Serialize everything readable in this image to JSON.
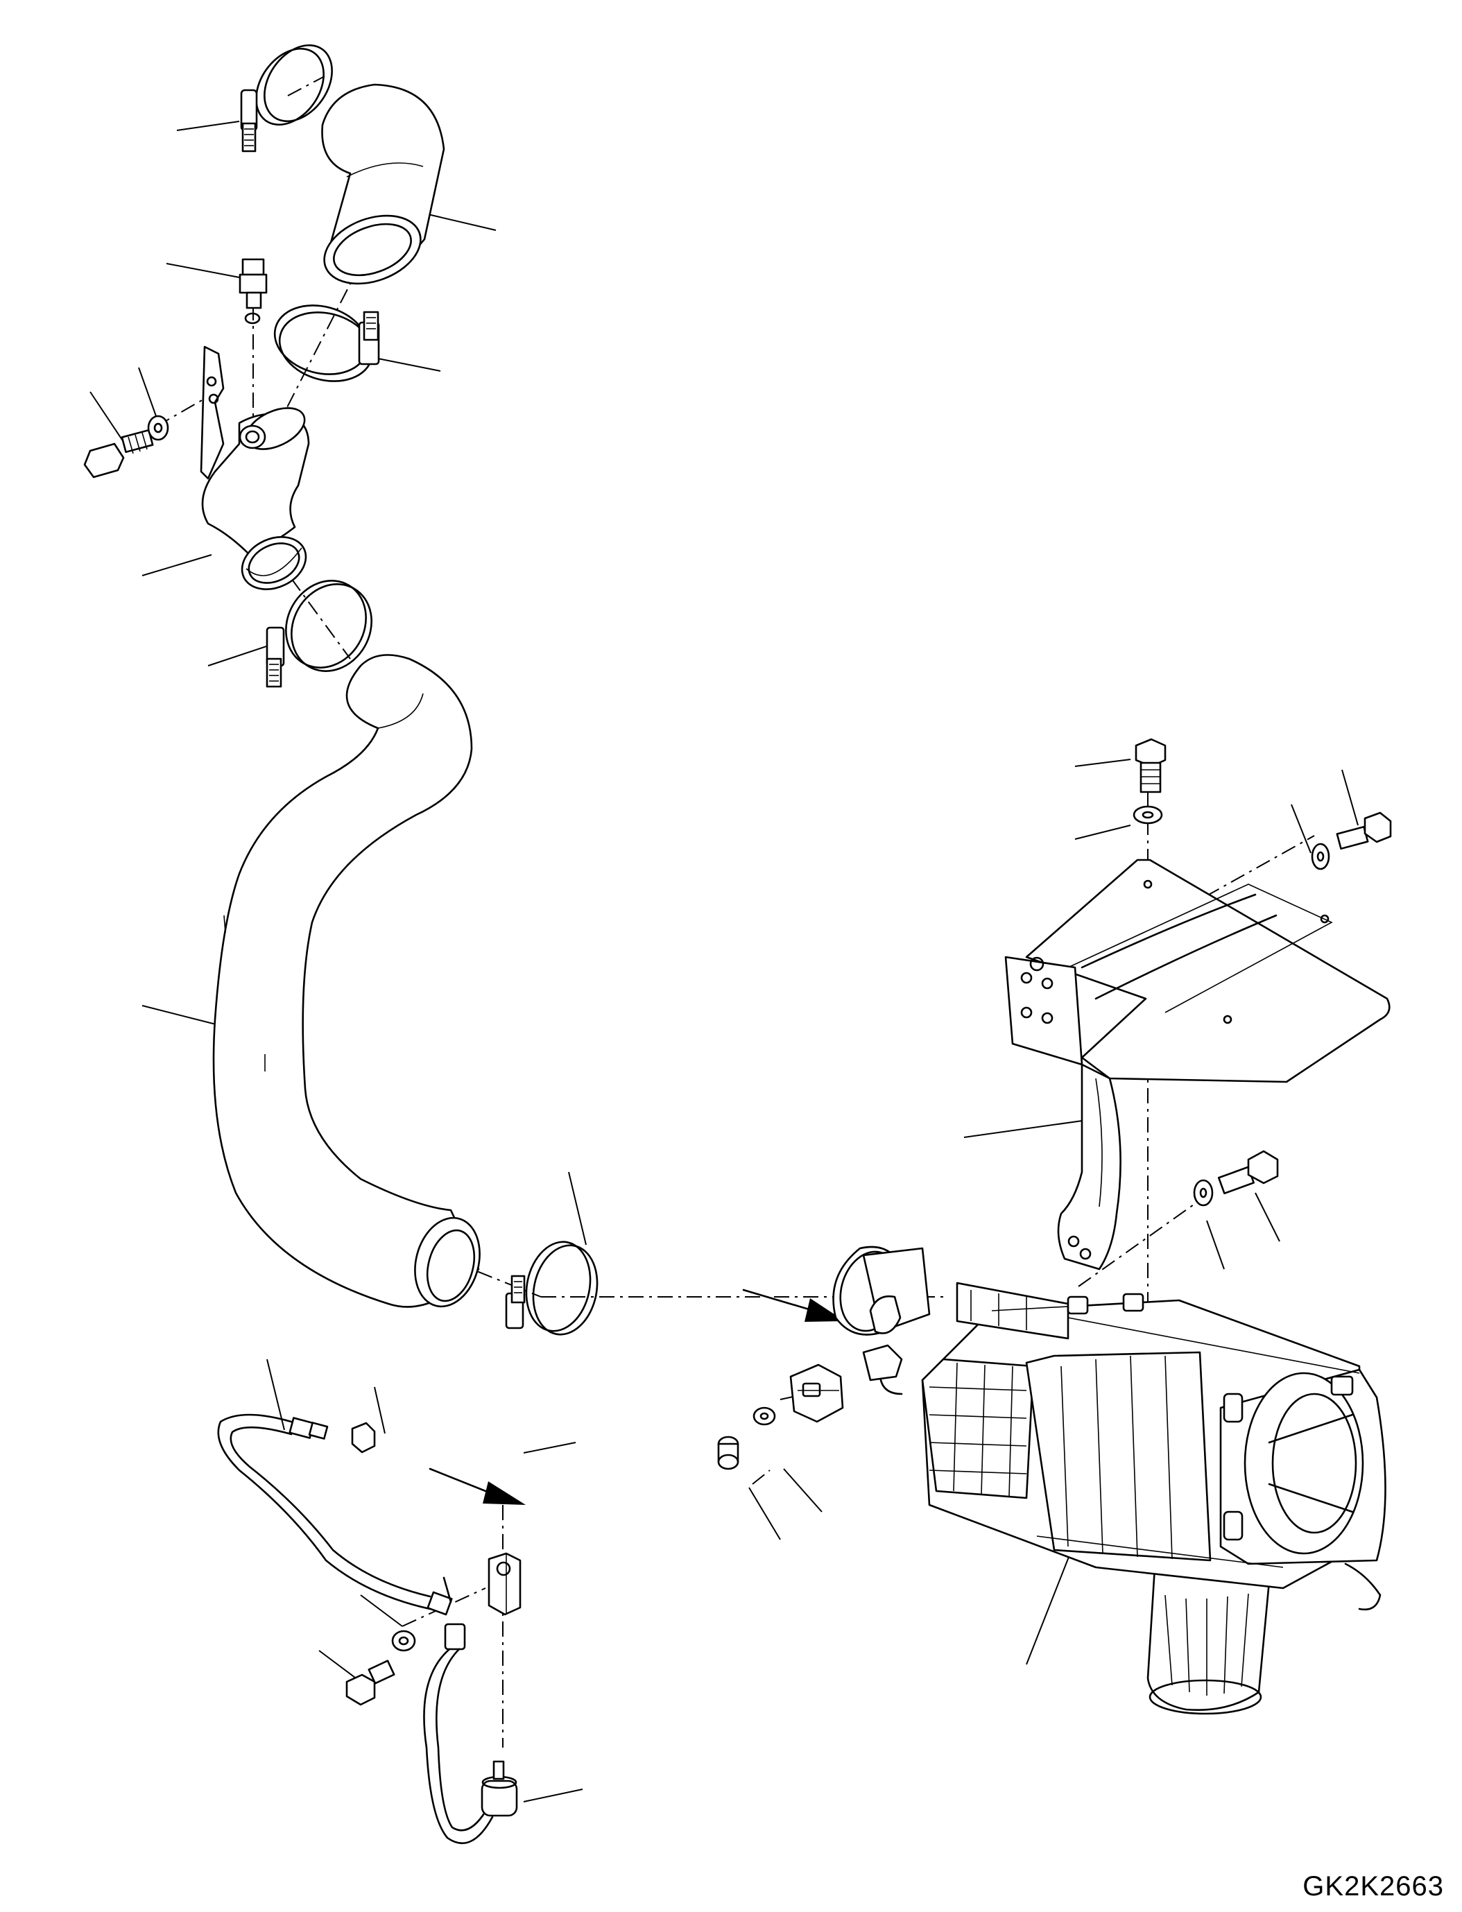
{
  "drawing": {
    "code": "GK2K2663",
    "type": "exploded parts diagram"
  },
  "parts": [
    {
      "id": "upper-hose-clamp",
      "icon": "hose-clamp-icon"
    },
    {
      "id": "upper-elbow-hose",
      "icon": "elbow-hose-icon"
    },
    {
      "id": "sensor-plug",
      "icon": "plug-icon"
    },
    {
      "id": "o-ring",
      "icon": "o-ring-icon"
    },
    {
      "id": "middle-hose-clamp",
      "icon": "hose-clamp-icon"
    },
    {
      "id": "mounting-bolt-left",
      "icon": "bolt-icon"
    },
    {
      "id": "washer-left",
      "icon": "washer-icon"
    },
    {
      "id": "intake-elbow-tube",
      "icon": "tube-icon"
    },
    {
      "id": "lower-hose-clamp",
      "icon": "hose-clamp-icon"
    },
    {
      "id": "long-intake-hose",
      "icon": "hose-icon"
    },
    {
      "id": "cleaner-inlet-clamp",
      "icon": "hose-clamp-icon"
    },
    {
      "id": "vacuum-tube",
      "icon": "tube-icon"
    },
    {
      "id": "tube-nut",
      "icon": "nut-icon"
    },
    {
      "id": "sensor-block",
      "icon": "sensor-icon"
    },
    {
      "id": "sensor-bolt",
      "icon": "bolt-icon"
    },
    {
      "id": "sensor-washer",
      "icon": "washer-icon"
    },
    {
      "id": "pressure-sensor-harness",
      "icon": "sensor-harness-icon"
    },
    {
      "id": "bracket-top-bolt",
      "icon": "bolt-icon"
    },
    {
      "id": "bracket-top-washer",
      "icon": "washer-icon"
    },
    {
      "id": "bracket-side-washer",
      "icon": "washer-icon"
    },
    {
      "id": "bracket-side-bolt",
      "icon": "bolt-icon"
    },
    {
      "id": "air-cleaner-bracket",
      "icon": "bracket-icon"
    },
    {
      "id": "bracket-lower-washer",
      "icon": "washer-icon"
    },
    {
      "id": "bracket-lower-bolt",
      "icon": "bolt-icon"
    },
    {
      "id": "air-cleaner-assembly",
      "icon": "air-cleaner-icon"
    },
    {
      "id": "cap-screw",
      "icon": "screw-icon"
    },
    {
      "id": "cap-screw-washer",
      "icon": "washer-icon"
    },
    {
      "id": "mass-airflow-sensor",
      "icon": "sensor-icon"
    }
  ]
}
